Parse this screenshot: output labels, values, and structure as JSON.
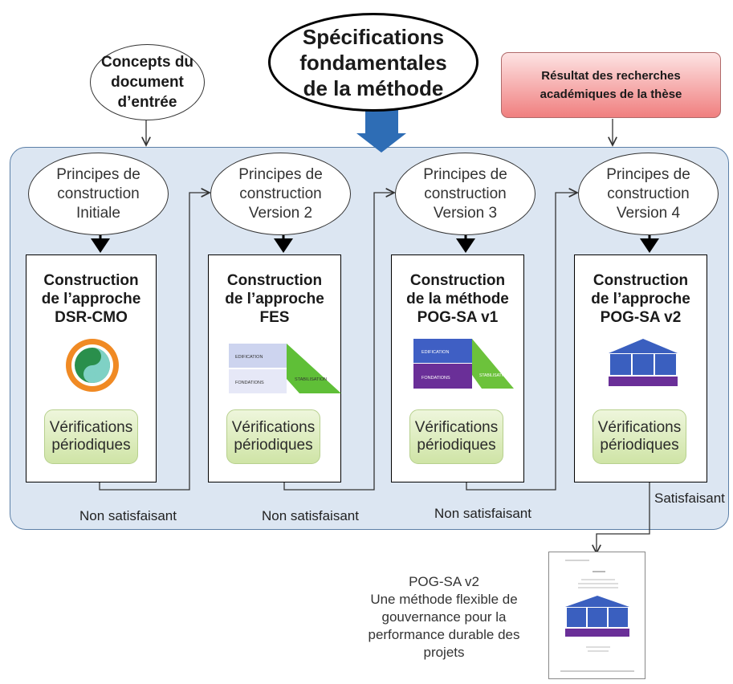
{
  "top": {
    "concepts_lines": "Concepts du\ndocument\nd’entrée",
    "spec_lines": "Spécifications\nfondamentales\nde la méthode",
    "research_lines": "Résultat des recherches\nacadémiques de la thèse"
  },
  "principles": [
    {
      "text": "Principes de\nconstruction\nInitiale"
    },
    {
      "text": "Principes de\nconstruction\nVersion 2"
    },
    {
      "text": "Principes de\nconstruction\nVersion 3"
    },
    {
      "text": "Principes de\nconstruction\nVersion 4"
    }
  ],
  "stages": [
    {
      "title": "Construction\nde l’approche\nDSR-CMO",
      "verification": "Vérifications\npériodiques"
    },
    {
      "title": "Construction\nde l’approche\nFES",
      "verification": "Vérifications\npériodiques",
      "thumb": {
        "top": "EDIFICATION",
        "bottom": "FONDATIONS",
        "side": "STABILISATION"
      }
    },
    {
      "title": "Construction\nde la méthode\nPOG-SA v1",
      "verification": "Vérifications\npériodiques",
      "thumb": {
        "top": "EDIFICATION",
        "bottom": "FONDATIONS",
        "side": "STABILISATION"
      }
    },
    {
      "title": "Construction\nde l’approche\nPOG-SA v2",
      "verification": "Vérifications\npériodiques"
    }
  ],
  "outcomes": {
    "non1": "Non satisfaisant",
    "non2": "Non satisfaisant",
    "non3": "Non satisfaisant",
    "ok": "Satisfaisant"
  },
  "final": {
    "text": "POG-SA v2\nUne méthode flexible de\ngouvernance pour la\nperformance durable des\nprojets"
  },
  "colors": {
    "panel": "#dce6f2",
    "arrow_blue": "#2e6db5",
    "verification_green": "#d7e9b6",
    "research_red": "#f07f7f"
  }
}
